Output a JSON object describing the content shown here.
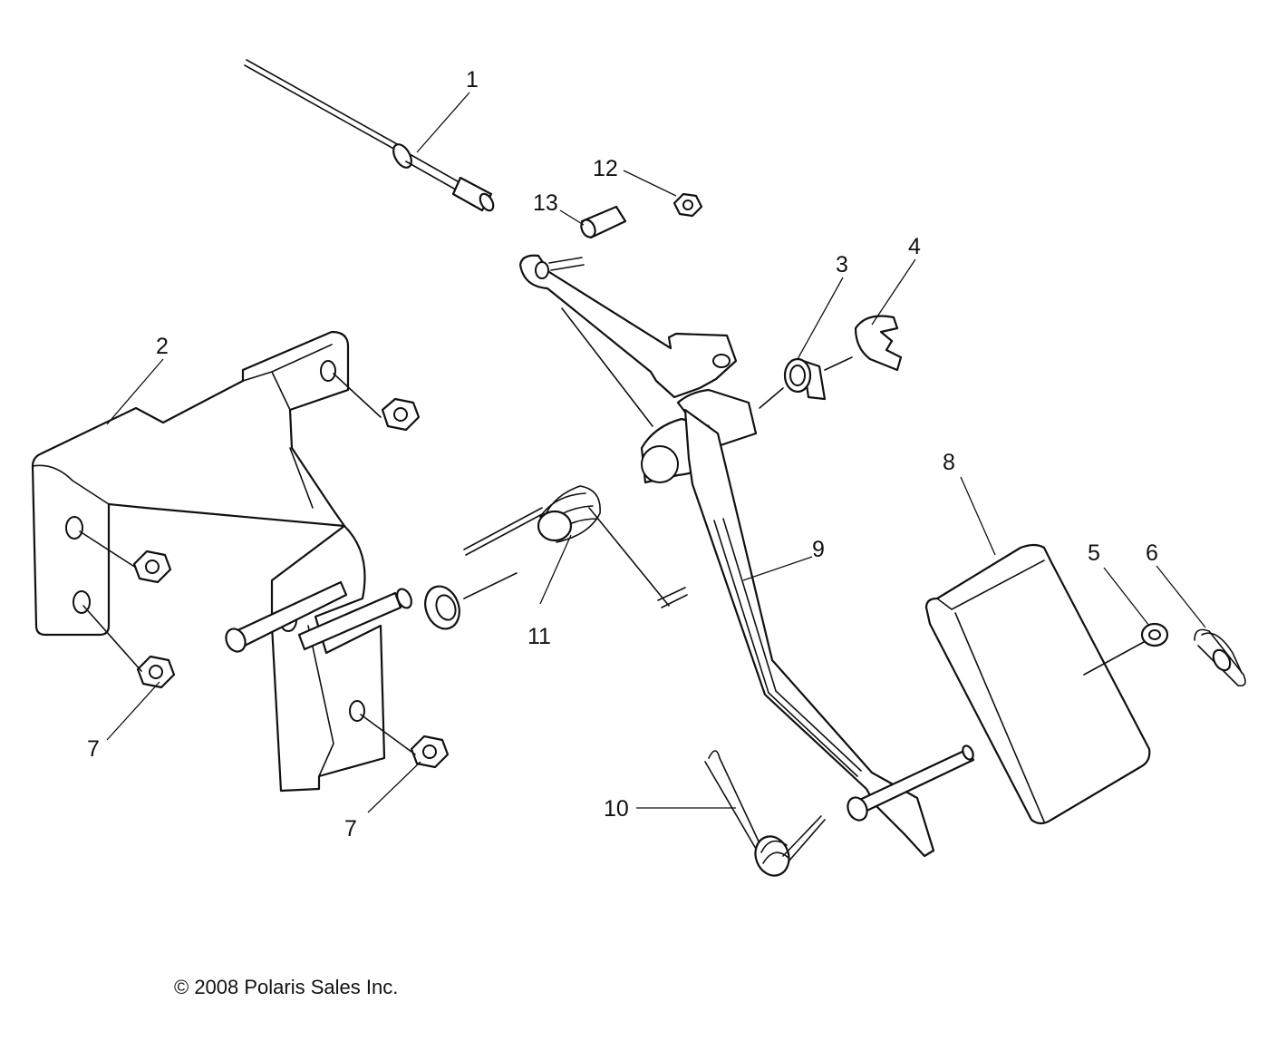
{
  "callouts": {
    "c1": "1",
    "c2": "2",
    "c3": "3",
    "c4": "4",
    "c5": "5",
    "c6": "6",
    "c7a": "7",
    "c7b": "7",
    "c8": "8",
    "c9": "9",
    "c10": "10",
    "c11": "11",
    "c12": "12",
    "c13": "13"
  },
  "copyright": "© 2008 Polaris Sales Inc."
}
